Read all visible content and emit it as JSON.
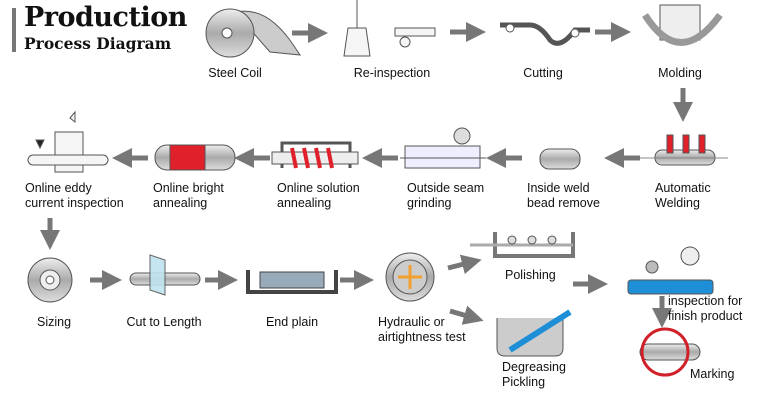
{
  "title": {
    "line1": "Production",
    "line2": "Process Diagram"
  },
  "steps": {
    "steel_coil": "Steel Coil",
    "re_inspection": "Re-inspection",
    "cutting": "Cutting",
    "molding": "Molding",
    "automatic_welding": [
      "Automatic",
      "Welding"
    ],
    "inside_weld": [
      "Inside weld",
      "bead remove"
    ],
    "outside_seam": [
      "Outside seam",
      "grinding"
    ],
    "solution_annealing": [
      "Online solution",
      "annealing"
    ],
    "bright_annealing": [
      "Online bright",
      "annealing"
    ],
    "eddy_current": [
      "Online eddy",
      "current inspection"
    ],
    "sizing": "Sizing",
    "cut_to_length": "Cut to Length",
    "end_plain": "End plain",
    "hydraulic": [
      "Hydraulic or",
      "airtightness test"
    ],
    "polishing": "Polishing",
    "degreasing": [
      "Degreasing",
      "Pickling"
    ],
    "finish_inspection": [
      "inspection for",
      "finish product"
    ],
    "marking": "Marking"
  },
  "colors": {
    "arrow": "#777777",
    "red": "#e0202a",
    "blue": "#1e8fd6",
    "orange": "#f0a030"
  }
}
